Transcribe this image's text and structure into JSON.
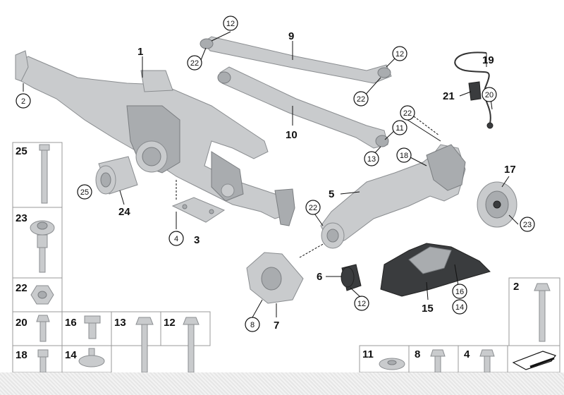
{
  "callouts": {
    "n1": "1",
    "n2": "2",
    "n3": "3",
    "n4": "4",
    "n5": "5",
    "n6": "6",
    "n7": "7",
    "n8": "8",
    "n9": "9",
    "n10": "10",
    "n11": "11",
    "n12": "12",
    "n13": "13",
    "n14": "14",
    "n15": "15",
    "n16": "16",
    "n17": "17",
    "n18": "18",
    "n19": "19",
    "n20": "20",
    "n21": "21",
    "n22": "22",
    "n23": "23",
    "n24": "24",
    "n25": "25"
  },
  "colors": {
    "part": "#c9cbcd",
    "line": "#111111",
    "grid": "#999999"
  }
}
